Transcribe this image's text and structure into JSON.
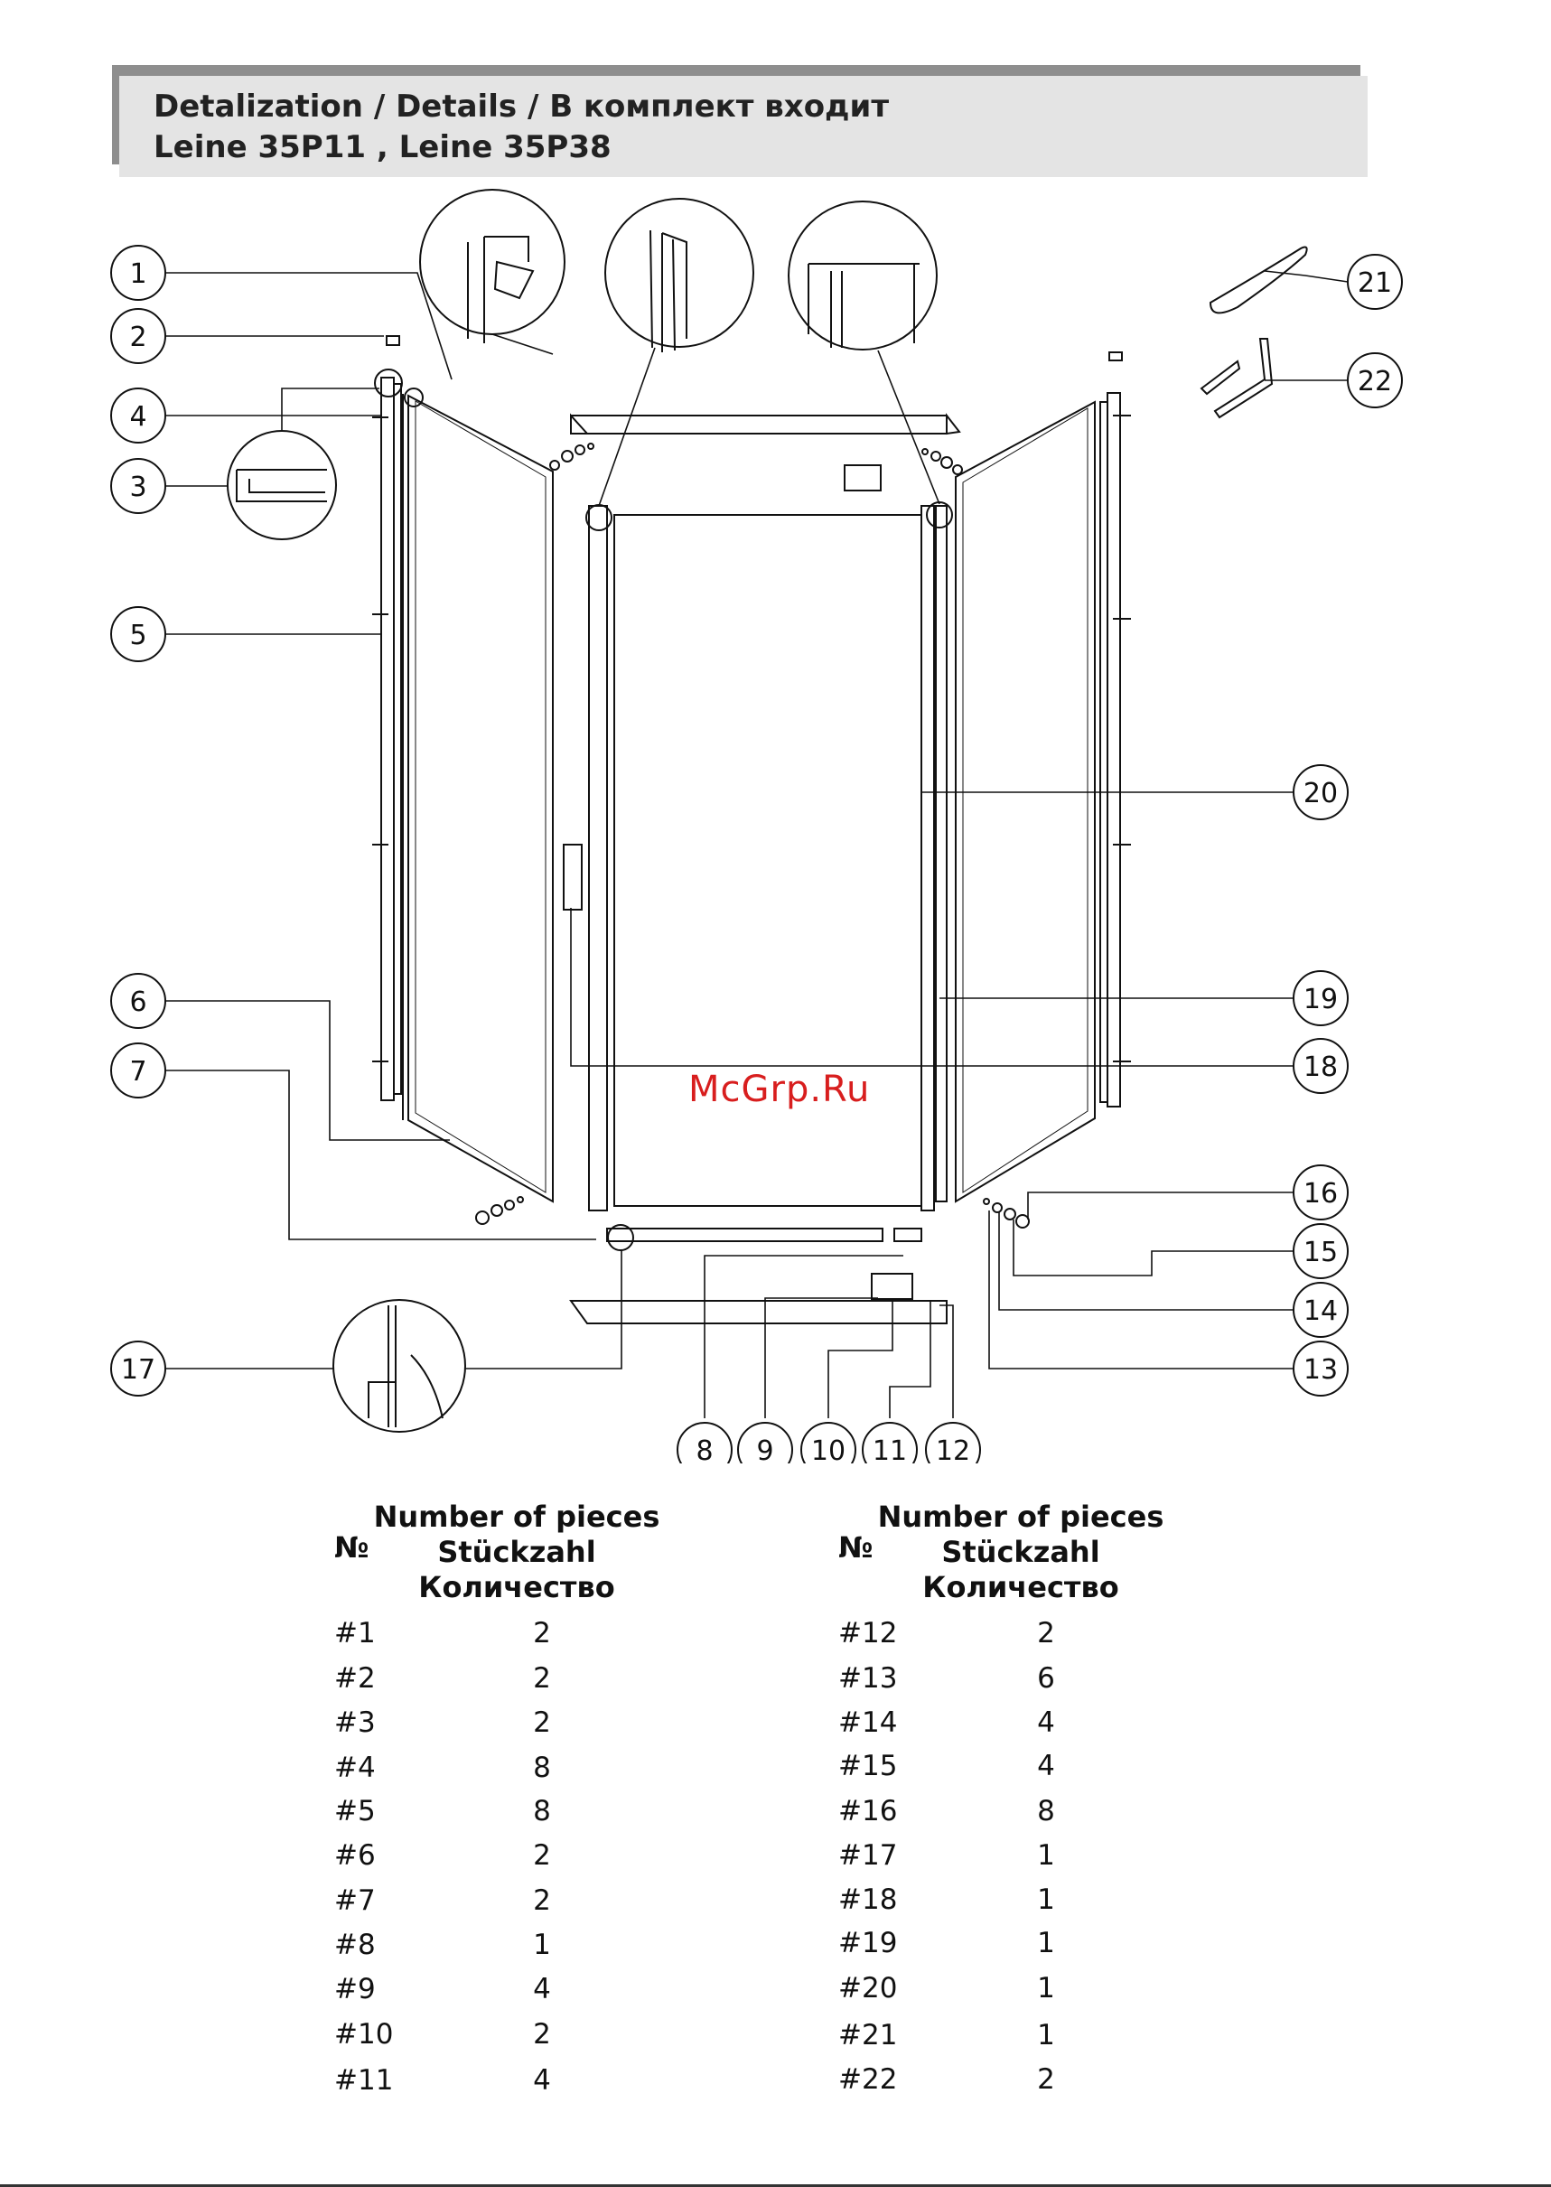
{
  "header": {
    "line1": "Detalization / Details / В комплект входит",
    "line2": "Leine 35P11 , Leine 35P38"
  },
  "watermark": "McGrp.Ru",
  "callouts": [
    "1",
    "2",
    "3",
    "4",
    "5",
    "6",
    "7",
    "8",
    "9",
    "10",
    "11",
    "12",
    "13",
    "14",
    "15",
    "16",
    "17",
    "18",
    "19",
    "20",
    "21",
    "22"
  ],
  "table_header": {
    "number_symbol": "№",
    "line1": "Number of pieces",
    "line2": "Stückzahl",
    "line3": "Количество"
  },
  "parts_left": [
    {
      "id": "#1",
      "qty": "2"
    },
    {
      "id": "#2",
      "qty": "2"
    },
    {
      "id": "#3",
      "qty": "2"
    },
    {
      "id": "#4",
      "qty": "8"
    },
    {
      "id": "#5",
      "qty": "8"
    },
    {
      "id": "#6",
      "qty": "2"
    },
    {
      "id": "#7",
      "qty": "2"
    },
    {
      "id": "#8",
      "qty": "1"
    },
    {
      "id": "#9",
      "qty": "4"
    },
    {
      "id": "#10",
      "qty": "2"
    },
    {
      "id": "#11",
      "qty": "4"
    }
  ],
  "parts_right": [
    {
      "id": "#12",
      "qty": "2"
    },
    {
      "id": "#13",
      "qty": "6"
    },
    {
      "id": "#14",
      "qty": "4"
    },
    {
      "id": "#15",
      "qty": "4"
    },
    {
      "id": "#16",
      "qty": "8"
    },
    {
      "id": "#17",
      "qty": "1"
    },
    {
      "id": "#18",
      "qty": "1"
    },
    {
      "id": "#19",
      "qty": "1"
    },
    {
      "id": "#20",
      "qty": "1"
    },
    {
      "id": "#21",
      "qty": "1"
    },
    {
      "id": "#22",
      "qty": "2"
    }
  ]
}
